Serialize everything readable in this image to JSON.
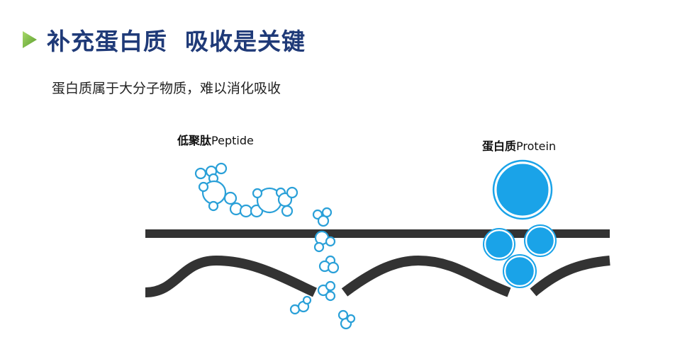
{
  "title": "补充蛋白质  吸收是关键",
  "subtitle": "蛋白质属于大分子物质，难以消化吸收",
  "labels": {
    "peptide_cn": "低聚肽",
    "peptide_en": "Peptide",
    "protein_cn": "蛋白质",
    "protein_en": "Protein"
  },
  "colors": {
    "title": "#1f3a78",
    "arrow": "#7ac143",
    "membrane": "#333333",
    "molecule_fill": "#1aa3e8",
    "molecule_stroke": "#2aa0d8"
  }
}
